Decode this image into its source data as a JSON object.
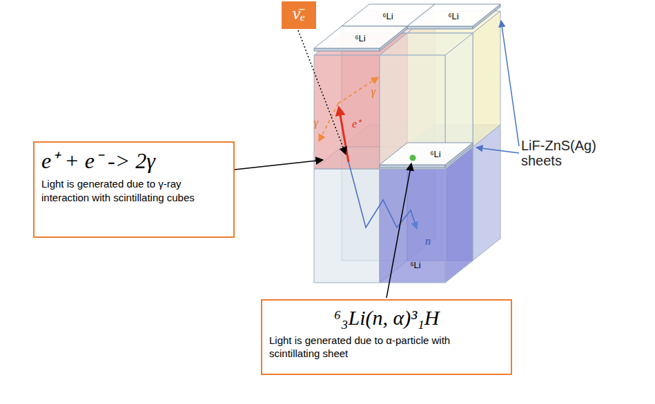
{
  "diagram": {
    "nodes": [
      {
        "text": [
          "ν̄ₑ"
        ]
      },
      {
        "text": [
          "e⁺ + e⁻ -> 2γ",
          "Light is generated due to γ-ray interaction with scintillating cubes"
        ]
      },
      {
        "text": [
          "⁶₃Li(n, α)³₁H",
          "Light is generated due to α-particle with scintillating sheet"
        ]
      }
    ],
    "labels": [
      "LiF-ZnS(Ag) sheets",
      "⁶Li",
      "⁶Li",
      "⁶Li",
      "⁶Li",
      "⁶Li",
      "e⁺",
      "γ",
      "γ",
      "n"
    ]
  }
}
